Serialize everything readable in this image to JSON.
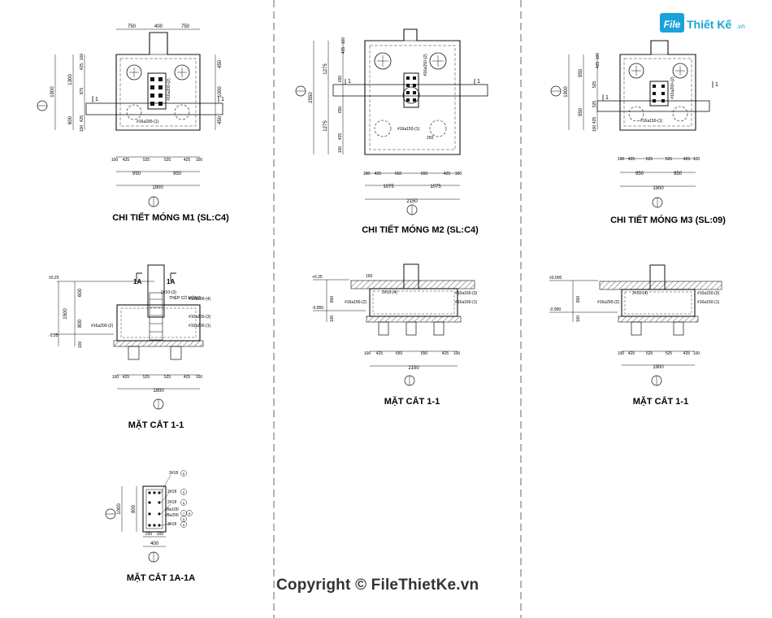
{
  "logo": {
    "word1": "File",
    "word2": "Thiết Kế",
    "domain": ".vn"
  },
  "copyright": "Copyright © FileThietKe.vn",
  "m1_plan": {
    "caption": "CHI TIẾT MÓNG M1 (SL:C4)",
    "top_dims": [
      "750",
      "400",
      "750"
    ],
    "left_outer": "1900",
    "left_inner": [
      "1300",
      "600"
    ],
    "left_detail": [
      "100",
      "425",
      "875",
      "425",
      "100"
    ],
    "right_dims": [
      "450",
      "1000",
      "450"
    ],
    "bottom_row1": [
      "100",
      "425",
      "525",
      "525",
      "425",
      "100"
    ],
    "bottom_row2": [
      "950",
      "950"
    ],
    "bottom_total": "1900",
    "rebar": [
      "#16a200-(2)",
      "#16a200-(1)"
    ],
    "section_mark": "1"
  },
  "m2_plan": {
    "caption": "CHI TIẾT MÓNG M2 (SL:C4)",
    "top_dims": [
      "425",
      "100"
    ],
    "left_outer": "2550",
    "left_inner": [
      "1275",
      "1275"
    ],
    "left_detail": [
      "100",
      "425",
      "650",
      "650",
      "425",
      "100"
    ],
    "bottom_row1": [
      "100",
      "425",
      "650",
      "650",
      "425",
      "100"
    ],
    "bottom_row2": [
      "1075",
      "1075"
    ],
    "bottom_total": "2150",
    "rebar": [
      "#16a150-(2)",
      "#16a150-(1)"
    ],
    "extra": "250",
    "section_mark": "1"
  },
  "m3_plan": {
    "caption": "CHI TIẾT MÓNG M3 (SL:09)",
    "top_dims": [
      "425",
      "100"
    ],
    "left_outer": "1900",
    "left_inner": [
      "950",
      "950"
    ],
    "left_detail": [
      "100",
      "425",
      "525",
      "525",
      "425",
      "100"
    ],
    "bottom_row1": [
      "100",
      "425",
      "525",
      "525",
      "425",
      "100"
    ],
    "bottom_row2": [
      "950",
      "950"
    ],
    "bottom_total": "1900",
    "rebar": [
      "#16a200-(2)",
      "#16a150-(1)"
    ],
    "section_mark": "1"
  },
  "m1_section": {
    "caption": "MẶT CẮT 1-1",
    "levels": [
      "±0.25",
      "-1.25"
    ],
    "height_dims": [
      "1500",
      "600",
      "800",
      "100"
    ],
    "marks": [
      "1A",
      "1A"
    ],
    "notes": [
      "2#10-(3)",
      "THÉP CỔ MÓNG",
      "#10a200-(4)",
      "#10a200-(3)",
      "#16a200-(2)",
      "#16a200-(1)"
    ],
    "bottom_row1": [
      "100",
      "425",
      "525",
      "525",
      "425",
      "100"
    ],
    "bottom_total": "1900"
  },
  "m2_section": {
    "caption": "MẶT CẮT 1-1",
    "levels": [
      "+0.25",
      "-0.850"
    ],
    "height_dims": [
      "800",
      "100"
    ],
    "top_note": "150",
    "notes": [
      "2#10-(4)",
      "#16a150-(2)",
      "#10a150-(3)",
      "#16a150-(1)"
    ],
    "bottom_row1": [
      "100",
      "425",
      "650",
      "650",
      "425",
      "100"
    ],
    "bottom_total": "2150"
  },
  "m3_section": {
    "caption": "MẶT CẮT 1-1",
    "levels": [
      "±0.000",
      "-0.900"
    ],
    "height_dims": [
      "800",
      "100"
    ],
    "notes": [
      "2#10-(4)",
      "#16a200-(2)",
      "#10a150-(3)",
      "#16a150-(1)"
    ],
    "bottom_row1": [
      "100",
      "425",
      "525",
      "525",
      "425",
      "100"
    ],
    "bottom_total": "1900"
  },
  "section_1a": {
    "caption": "MẶT CẮT 1A-1A",
    "height_dims": [
      "1000",
      "800"
    ],
    "bottom_dims": [
      "200",
      "200"
    ],
    "bottom_total": "400",
    "notes": [
      "3#18",
      "2#18",
      "2#18",
      "3#18",
      "#8a100",
      "#8a200"
    ],
    "bubbles": [
      "6",
      "5",
      "6",
      "5",
      "7",
      "8",
      "5"
    ]
  }
}
